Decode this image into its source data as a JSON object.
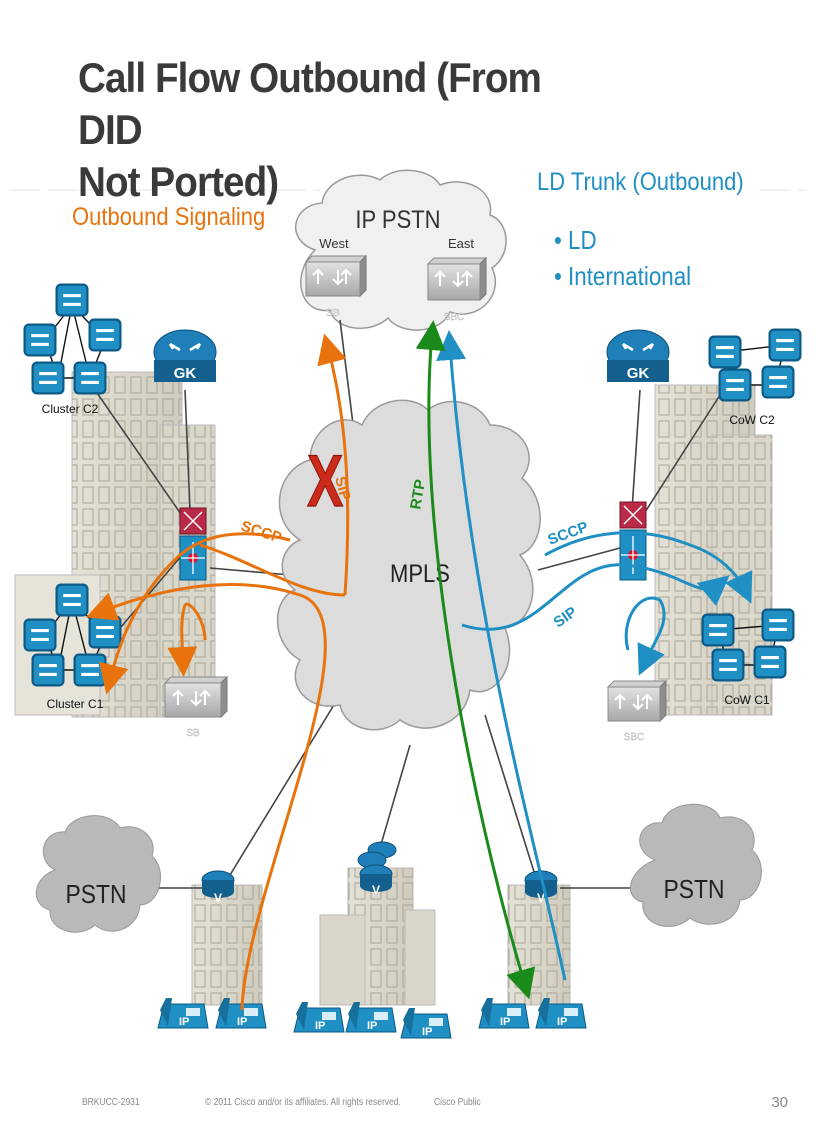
{
  "slide": {
    "title_line1": "Call Flow Outbound (From DID",
    "title_line2": "Not Ported)",
    "left_heading": "Outbound Signaling",
    "right_heading": "LD Trunk (Outbound)",
    "bullets": [
      "LD",
      "International"
    ]
  },
  "diagram": {
    "ip_pstn_label": "IP PSTN",
    "west_label": "West",
    "east_label": "East",
    "sb_label": "SB",
    "sbc_label": "SBC",
    "mpls_label": "MPLS",
    "gk_label": "GK",
    "cluster_c2_label": "Cluster C2",
    "cluster_c1_label": "Cluster C1",
    "cow_c2_label": "CoW C2",
    "cow_c1_label": "CoW C1",
    "pstn_label": "PSTN",
    "v_label": "V",
    "ip_label": "IP",
    "sccp_label": "SCCP",
    "sip_label": "SIP",
    "rtp_label": "RTP",
    "blocked_mark": "X"
  },
  "colors": {
    "title": "#3a3a3a",
    "orange": "#e8730c",
    "blue": "#1f8fc4",
    "green": "#1a8a1a",
    "cloud": "#dcdcdc",
    "pstn_cloud": "#b9b9b9",
    "router": "#1f7fb8"
  },
  "footer": {
    "session": "BRKUCC-2931",
    "copyright": "© 2011 Cisco and/or its affiliates. All rights reserved.",
    "classification": "Cisco Public",
    "page": "30"
  }
}
